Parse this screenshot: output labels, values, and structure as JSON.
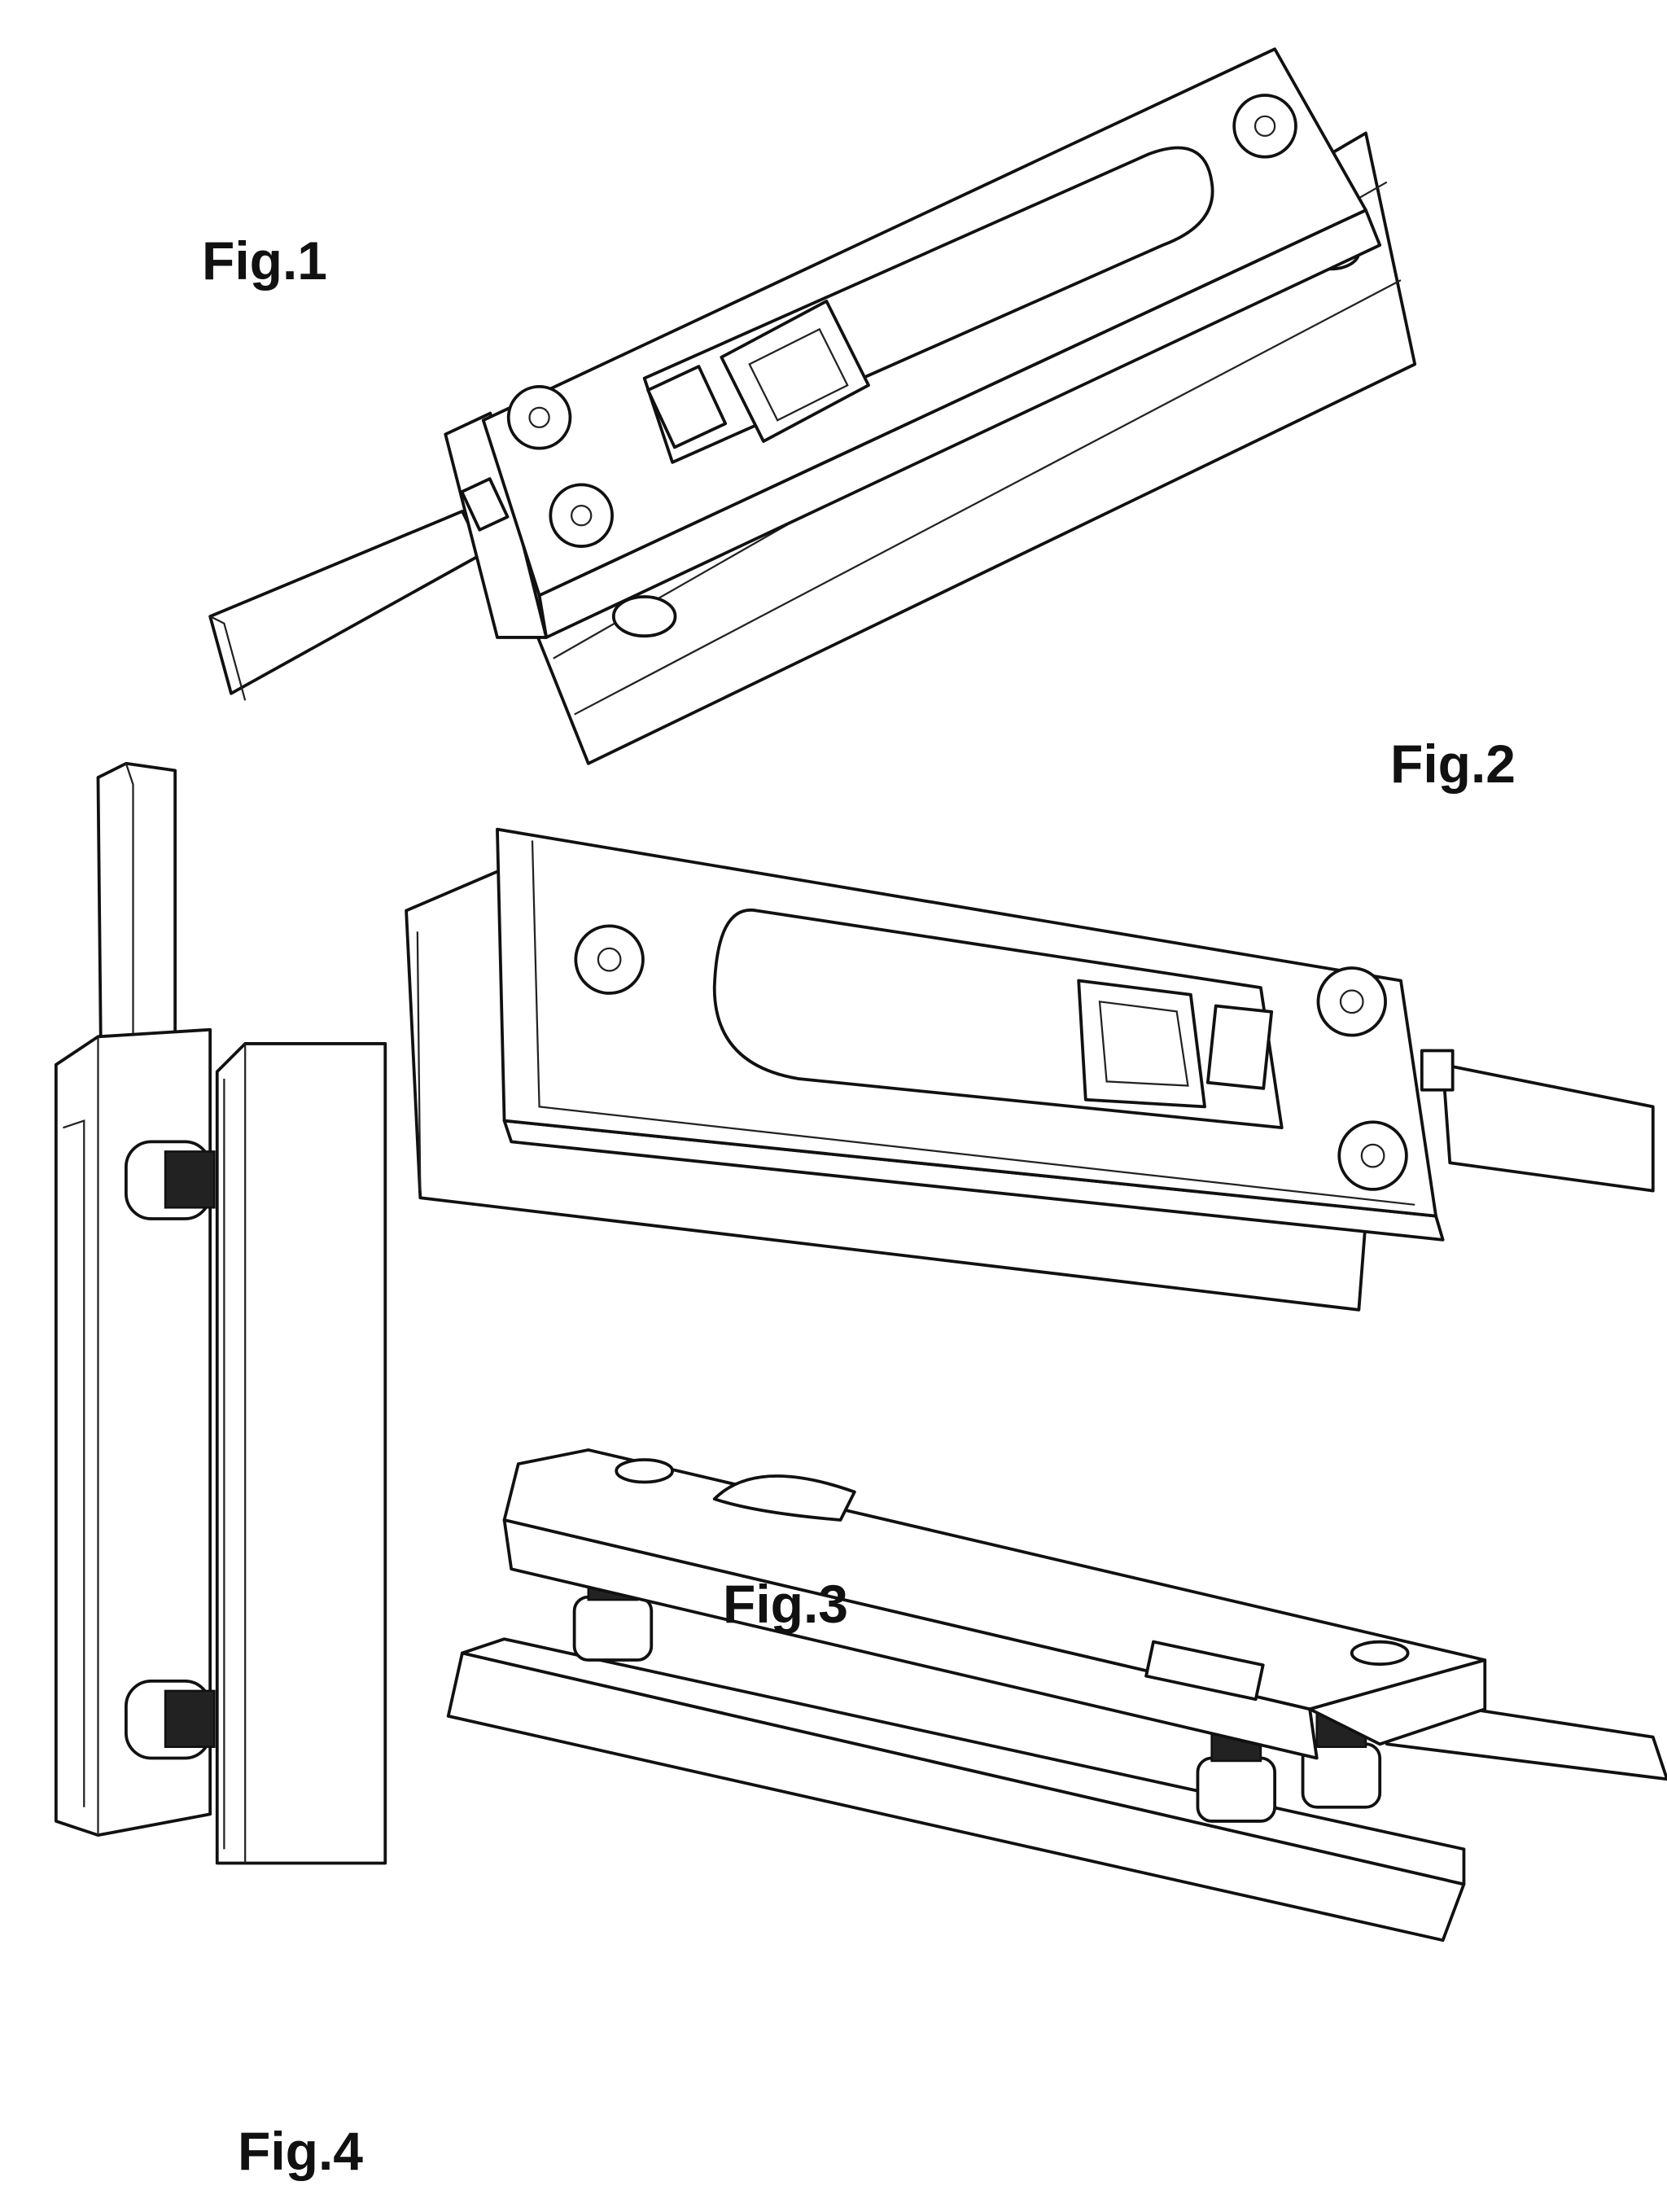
{
  "figures": [
    {
      "id": "fig1",
      "label": "Fig.1"
    },
    {
      "id": "fig2",
      "label": "Fig.2"
    },
    {
      "id": "fig3",
      "label": "Fig.3"
    },
    {
      "id": "fig4",
      "label": "Fig.4"
    }
  ],
  "colors": {
    "line": "#111111",
    "background": "#ffffff"
  }
}
